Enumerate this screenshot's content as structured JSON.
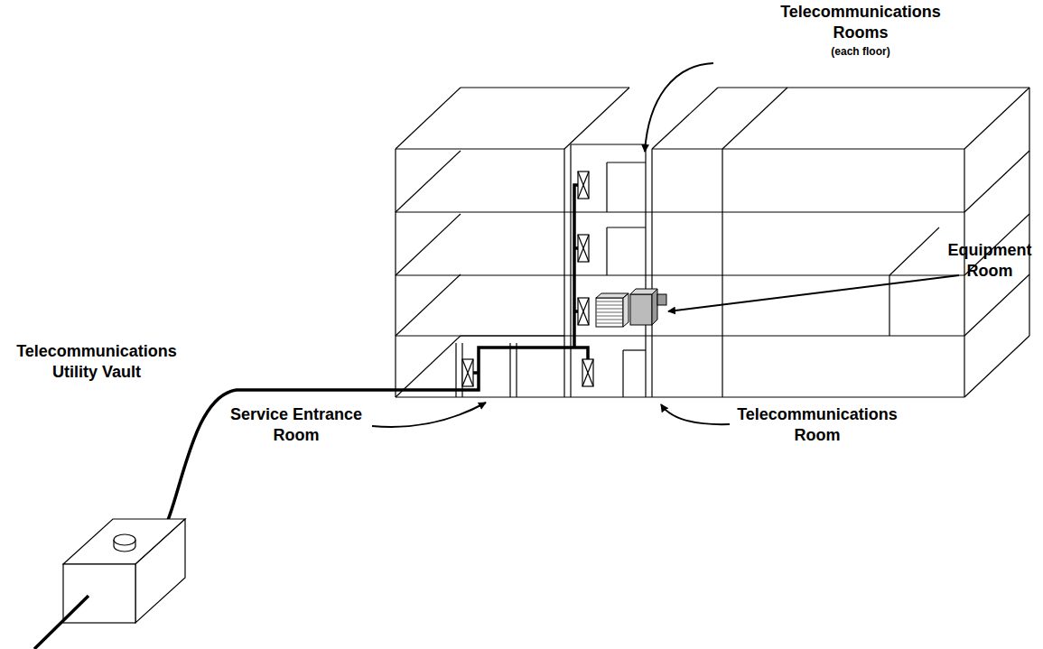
{
  "diagram": {
    "labels": [
      "Telecommunications Rooms",
      "(each floor)",
      "Equipment Room",
      "Telecommunications Utility Vault",
      "Service Entrance Room",
      "Telecommunications Room"
    ]
  }
}
